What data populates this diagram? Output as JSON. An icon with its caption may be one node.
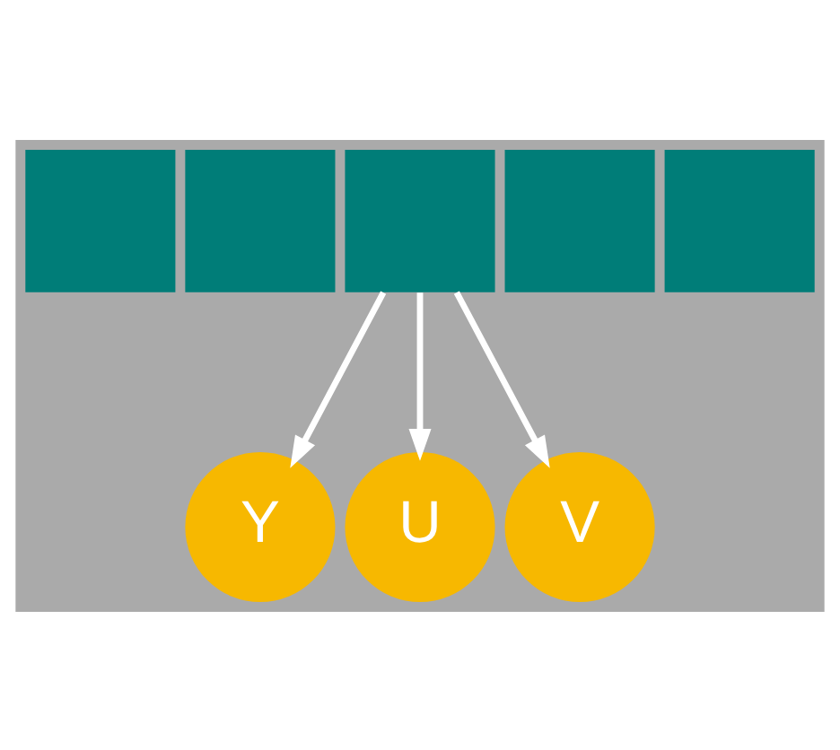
{
  "diagram": {
    "nodes": [
      {
        "text": [],
        "shape": "box"
      },
      {
        "text": [],
        "shape": "box"
      },
      {
        "text": [],
        "shape": "box"
      },
      {
        "text": [],
        "shape": "box"
      },
      {
        "text": [],
        "shape": "box"
      },
      {
        "text": [
          "Y"
        ]
      },
      {
        "text": [
          "U"
        ]
      },
      {
        "text": [
          "V"
        ]
      }
    ],
    "edges": [
      {
        "from": 2,
        "to": 5,
        "arrow": "to"
      },
      {
        "from": 2,
        "to": 6,
        "arrow": "to"
      },
      {
        "from": 2,
        "to": 7,
        "arrow": "to"
      }
    ]
  }
}
